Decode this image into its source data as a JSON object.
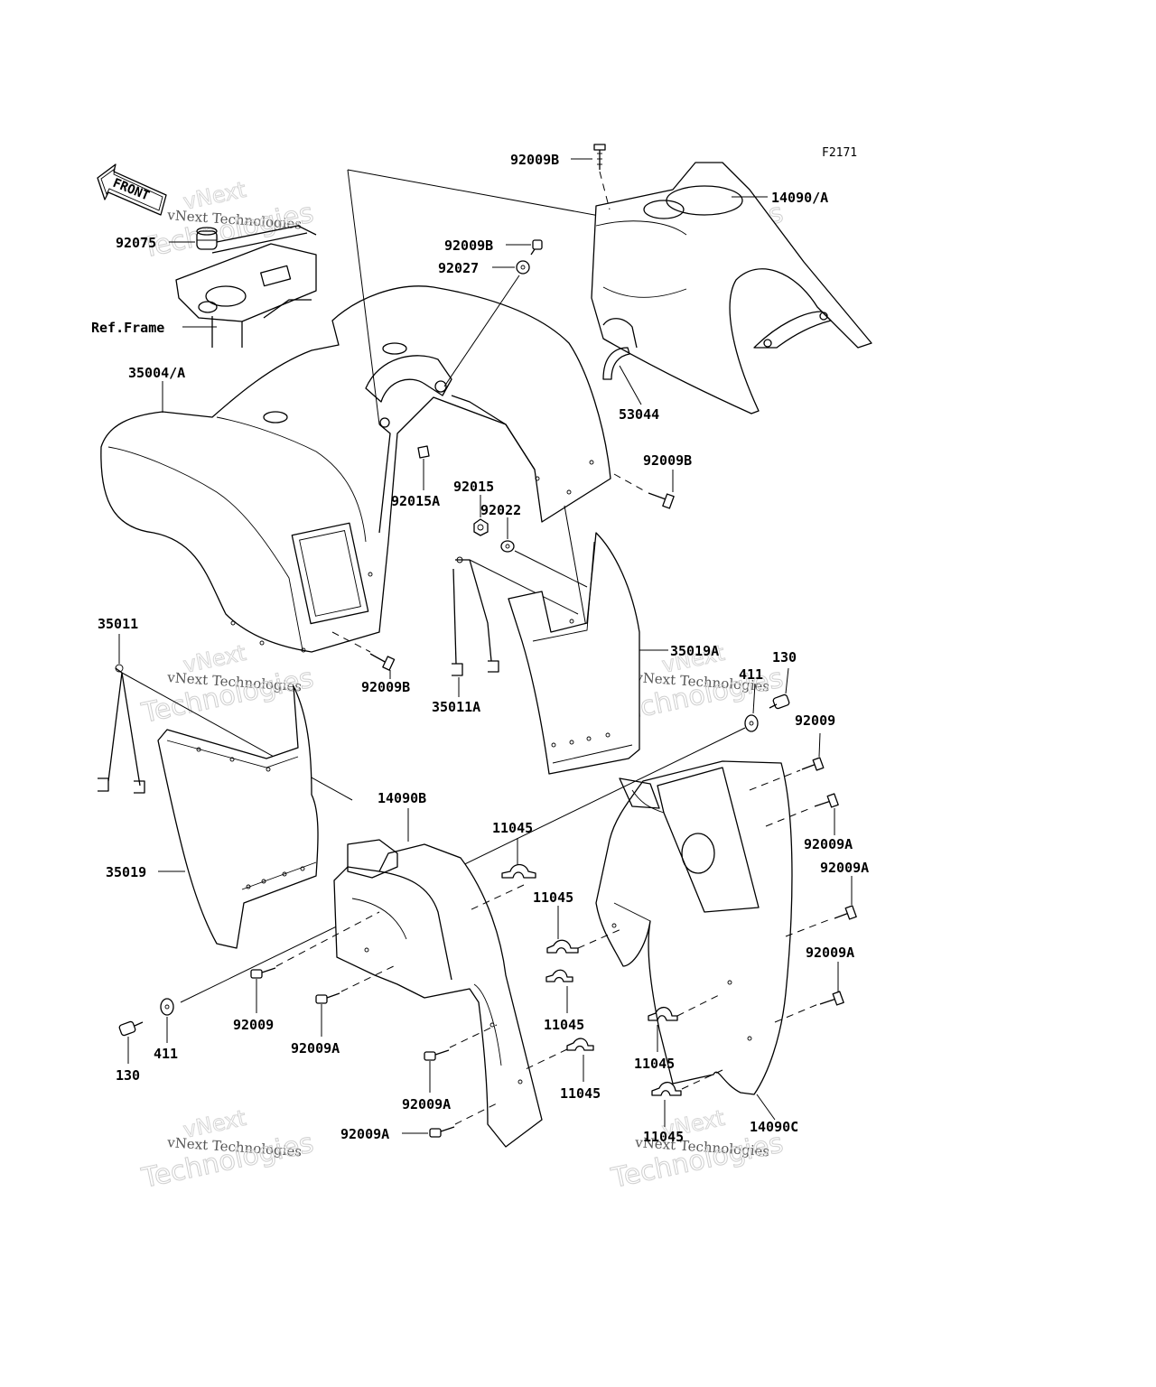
{
  "figure_code": "F2171",
  "front_arrow_label": "FRONT",
  "ref_frame_label": "Ref.Frame",
  "watermark": {
    "line1": "vNext",
    "line2": "vNext Technologies",
    "line3": "Technologies"
  },
  "parts": {
    "p_92009B_top": "92009B",
    "p_14090A": "14090/A",
    "p_92075": "92075",
    "p_92009B_mid": "92009B",
    "p_92027": "92027",
    "p_35004A": "35004/A",
    "p_53044": "53044",
    "p_92009B_right": "92009B",
    "p_92015A": "92015A",
    "p_92015": "92015",
    "p_92022": "92022",
    "p_35011": "35011",
    "p_35019A": "35019A",
    "p_130_right": "130",
    "p_411_right": "411",
    "p_92009B_low": "92009B",
    "p_35011A": "35011A",
    "p_92009_right": "92009",
    "p_14090B": "14090B",
    "p_11045_a": "11045",
    "p_92009A_r1": "92009A",
    "p_92009A_r2": "92009A",
    "p_35019": "35019",
    "p_11045_b": "11045",
    "p_92009A_r3": "92009A",
    "p_92009_left": "92009",
    "p_11045_c": "11045",
    "p_92009A_l1": "92009A",
    "p_130_left": "130",
    "p_411_left": "411",
    "p_11045_d": "11045",
    "p_11045_e": "11045",
    "p_92009A_l2": "92009A",
    "p_92009A_l3": "92009A",
    "p_14090C": "14090C",
    "p_11045_f": "11045"
  }
}
